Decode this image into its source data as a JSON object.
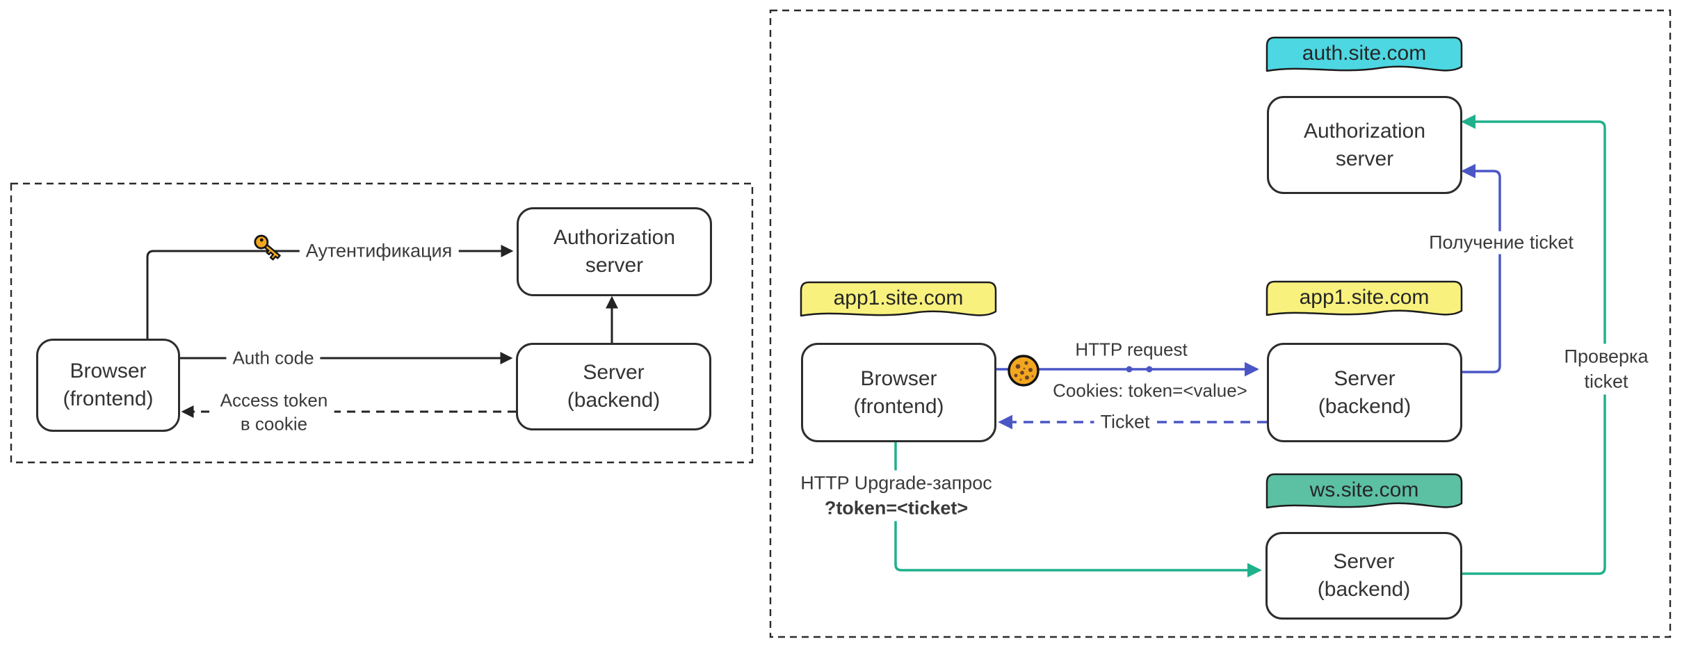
{
  "left_panel": {
    "boxes": {
      "browser": {
        "line1": "Browser",
        "line2": "(frontend)"
      },
      "auth_server": {
        "line1": "Authorization",
        "line2": "server"
      },
      "server": {
        "line1": "Server",
        "line2": "(backend)"
      }
    },
    "labels": {
      "authentication": "Аутентификация",
      "auth_code": "Auth code",
      "access_token_line1": "Access token",
      "access_token_line2": "в cookie"
    }
  },
  "right_panel": {
    "flags": {
      "auth": "auth.site.com",
      "app1_browser": "app1.site.com",
      "app1_server": "app1.site.com",
      "ws": "ws.site.com"
    },
    "boxes": {
      "browser": {
        "line1": "Browser",
        "line2": "(frontend)"
      },
      "auth_server": {
        "line1": "Authorization",
        "line2": "server"
      },
      "app_server": {
        "line1": "Server",
        "line2": "(backend)"
      },
      "ws_server": {
        "line1": "Server",
        "line2": "(backend)"
      }
    },
    "labels": {
      "http_request": "HTTP request",
      "cookies": "Cookies: token=<value>",
      "ticket": "Ticket",
      "get_ticket": "Получение ticket",
      "check_ticket_line1": "Проверка",
      "check_ticket_line2": "ticket",
      "upgrade_line1": "HTTP Upgrade-запрос",
      "upgrade_line2": "?token=<ticket>"
    }
  },
  "colors": {
    "blue": "#4b56c5",
    "green": "#1fb08c",
    "yellow": "#f8f17d",
    "cyan": "#4dd7e2",
    "teal": "#5cc0a3",
    "orange": "#f3a71f",
    "stroke": "#232323"
  },
  "icons": {
    "key": "key-icon",
    "cookie": "cookie-icon"
  }
}
